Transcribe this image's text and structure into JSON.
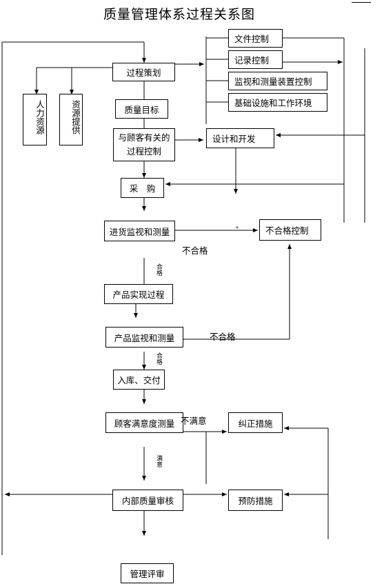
{
  "title": "质量管理体系过程关系图",
  "boxes": {
    "process_planning": "过程策划",
    "quality_goal": "质量目标",
    "customer_process": "与顾客有关的过程控制",
    "purchase": "采　购",
    "incoming_inspection": "进货监视和测量",
    "product_realization": "产品实现过程",
    "product_inspection": "产品监视和测量",
    "storage_delivery": "入库、交付",
    "customer_satisfaction": "顾客满意度测量",
    "internal_audit": "内部质量审核",
    "management_review": "管理评审",
    "document_control": "文件控制",
    "record_control": "记录控制",
    "monitoring_device_control": "监视和测量装置控制",
    "infrastructure": "基础设施和工作环境",
    "design_development": "设计和开发",
    "nonconforming_control": "不合格控制",
    "corrective_action": "纠正措施",
    "preventive_action": "预防措施",
    "human_resources": "人力资源",
    "resource_provision": "资源提供"
  },
  "labels": {
    "fail_1": "不合格",
    "fail_2": "不合格",
    "pass_1": "合格",
    "pass_2": "合格",
    "dissatisfied": "不满意",
    "satisfied": "满意",
    "asterisk": "*"
  }
}
